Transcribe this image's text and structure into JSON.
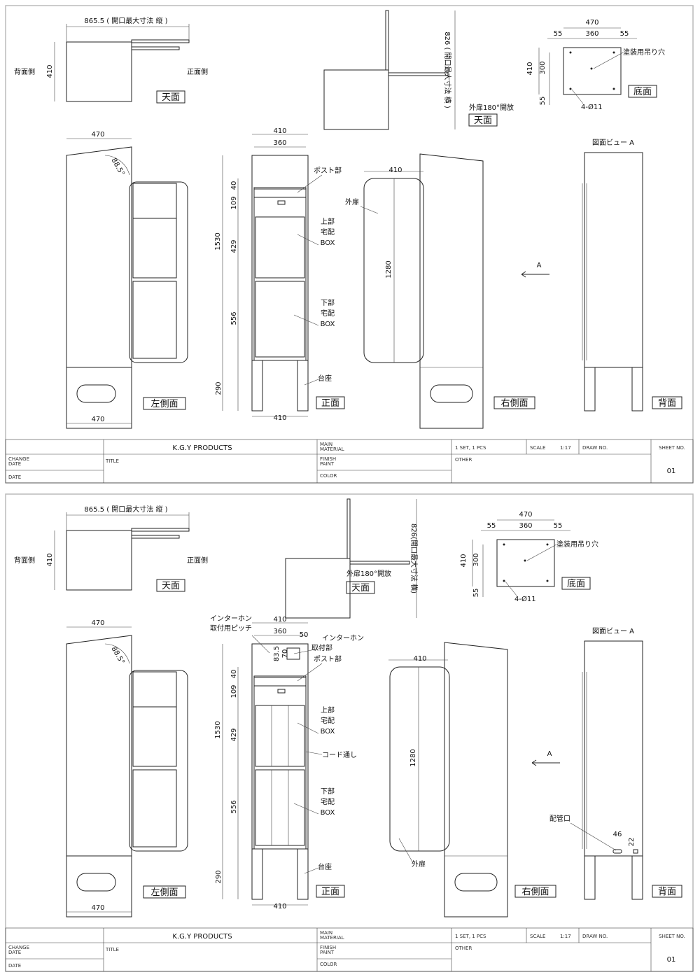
{
  "sheets": [
    {
      "labels": {
        "top_open_v": "865.5 ( 開口最大寸法 縦 )",
        "top_h": "410",
        "back_side": "背面側",
        "front_side": "正面側",
        "top_view": "天面",
        "open_h": "826 ( 開口最大寸法 横 )",
        "door_open": "外扉180°開放",
        "top_view2": "天面",
        "b470": "470",
        "b55a": "55",
        "b360": "360",
        "b55b": "55",
        "b410": "410",
        "b300": "300",
        "b55c": "55",
        "paint_hole": "塗装用吊り穴",
        "holes": "4-Ø11",
        "bottom_view": "底面",
        "view_a": "図面ビュー A",
        "l470": "470",
        "angle": "88.5°",
        "left_view": "左側面",
        "l470b": "470",
        "f410": "410",
        "f360": "360",
        "f1530": "1530",
        "f40": "40",
        "f109": "109",
        "f429": "429",
        "f556": "556",
        "f290": "290",
        "f410b": "410",
        "post": "ポスト部",
        "upper1": "上部",
        "upper2": "宅配",
        "upper3": "BOX",
        "lower1": "下部",
        "lower2": "宅配",
        "lower3": "BOX",
        "base": "台座",
        "front_view": "正面",
        "r410": "410",
        "r1280": "1280",
        "outer_door": "外扉",
        "arrow_a": "A",
        "right_view": "右側面",
        "back_view": "背面"
      },
      "title_block": {
        "company": "K.G.Y PRODUCTS",
        "main_material": "MAIN\nMATERIAL",
        "sets": "1 SET, 1 PCS",
        "scale_label": "SCALE",
        "scale": "1:17",
        "draw_no": "DRAW NO.",
        "sheet_no_label": "SHEET NO.",
        "change_date": "CHANGE\nDATE",
        "title": "TITLE",
        "finish": "FINISH\nPAINT",
        "other": "OTHER",
        "date": "DATE",
        "color": "COLOR",
        "sheet_no": "01"
      }
    },
    {
      "labels": {
        "top_open_v": "865.5 ( 開口最大寸法 縦 )",
        "top_h": "410",
        "back_side": "背面側",
        "front_side": "正面側",
        "top_view": "天面",
        "open_h": "826(開口最大寸法 横)",
        "door_open": "外扉180°開放",
        "top_view2": "天面",
        "b470": "470",
        "b55a": "55",
        "b360": "360",
        "b55b": "55",
        "b410": "410",
        "b300": "300",
        "b55c": "55",
        "paint_hole": "塗装用吊り穴",
        "holes": "4-Ø11",
        "bottom_view": "底面",
        "view_a": "図面ビュー A",
        "l470": "470",
        "angle": "88.5°",
        "left_view": "左側面",
        "l470b": "470",
        "f410": "410",
        "f360": "360",
        "f1530": "1530",
        "f40": "40",
        "f109": "109",
        "f429": "429",
        "f556": "556",
        "f290": "290",
        "f410b": "410",
        "post": "ポスト部",
        "upper1": "上部",
        "upper2": "宅配",
        "upper3": "BOX",
        "lower1": "下部",
        "lower2": "宅配",
        "lower3": "BOX",
        "base": "台座",
        "front_view": "正面",
        "r410": "410",
        "r1280": "1280",
        "outer_door": "外扉",
        "arrow_a": "A",
        "right_view": "右側面",
        "back_view": "背面",
        "intercom_pitch1": "インターホン",
        "intercom_pitch2": "取付用ピッチ",
        "intercom1": "インターホン",
        "intercom2": "取付部",
        "i50": "50",
        "i83": "83.5",
        "i70": "70",
        "cord": "コード通し",
        "pipe": "配管口",
        "p46": "46",
        "p22": "22"
      },
      "title_block": {
        "company": "K.G.Y PRODUCTS",
        "main_material": "MAIN\nMATERIAL",
        "sets": "1 SET, 1 PCS",
        "scale_label": "SCALE",
        "scale": "1:17",
        "draw_no": "DRAW NO.",
        "sheet_no_label": "SHEET NO.",
        "change_date": "CHANGE\nDATE",
        "title": "TITLE",
        "finish": "FINISH\nPAINT",
        "other": "OTHER",
        "date": "DATE",
        "color": "COLOR",
        "sheet_no": "01"
      }
    }
  ]
}
